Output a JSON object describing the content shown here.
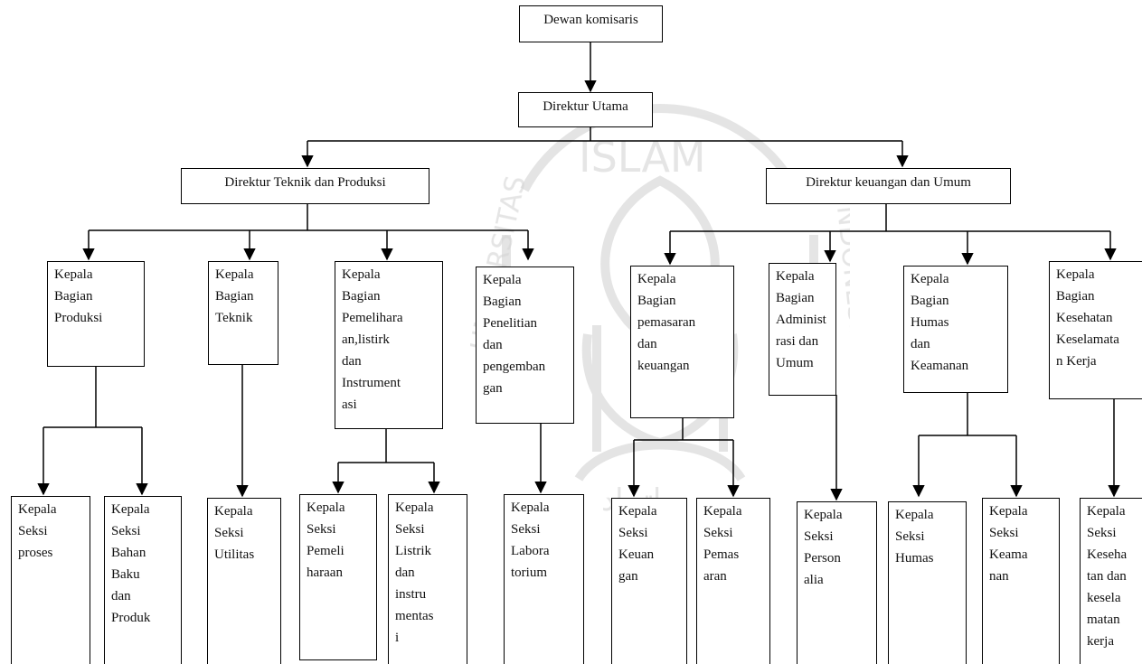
{
  "colors": {
    "line": "#000000",
    "box_border": "#000000",
    "text": "#111111",
    "watermark": "#c8c8c8"
  },
  "watermark": {
    "top_text": "ISLAM",
    "left_text": "UNIVERSITAS",
    "right_text": "INDONESIA",
    "motto": "اتحاد"
  },
  "nodes": {
    "dewan": "Dewan komisaris",
    "dirut": "Direktur Utama",
    "dir_teknik": "Direktur Teknik dan Produksi",
    "dir_keuangan": "Direktur keuangan dan Umum",
    "kb_produksi": "Kepala\nBagian\nProduksi",
    "kb_teknik": "Kepala\nBagian\nTeknik",
    "kb_pemeliharaan": "Kepala\nBagian\nPemelihara\nan,listirk\ndan\nInstrument\nasi",
    "kb_penelitian": "Kepala\nBagian\nPenelitian\ndan\npengemban\ngan",
    "kb_pemasaran": "Kepala\nBagian\npemasaran\ndan\nkeuangan",
    "kb_administrasi": "Kepala\nBagian\nAdminist\nrasi dan\nUmum",
    "kb_humas": "Kepala\nBagian\nHumas\ndan\nKeamanan",
    "kb_k3": "Kepala\nBagian\nKesehatan\nKeselamata\nn Kerja",
    "ks_proses": "Kepala\nSeksi\nproses",
    "ks_bahan": "Kepala\nSeksi\nBahan\nBaku\ndan\nProduk",
    "ks_utilitas": "Kepala\nSeksi\nUtilitas",
    "ks_pemeliharaan": "Kepala\nSeksi\nPemeli\nharaan",
    "ks_listrik": "Kepala\nSeksi\nListrik\ndan\ninstru\nmentas\ni",
    "ks_laboratorium": "Kepala\nSeksi\nLabora\ntorium",
    "ks_keuangan": "Kepala\nSeksi\nKeuan\ngan",
    "ks_pemasaran": "Kepala\nSeksi\nPemas\naran",
    "ks_personalia": "Kepala\nSeksi\nPerson\nalia",
    "ks_humas": "Kepala\nSeksi\nHumas",
    "ks_keamanan": "Kepala\nSeksi\nKeama\nnan",
    "ks_k3": "Kepala\nSeksi\nKeseha\ntan dan\nkesela\nmatan\nkerja"
  }
}
